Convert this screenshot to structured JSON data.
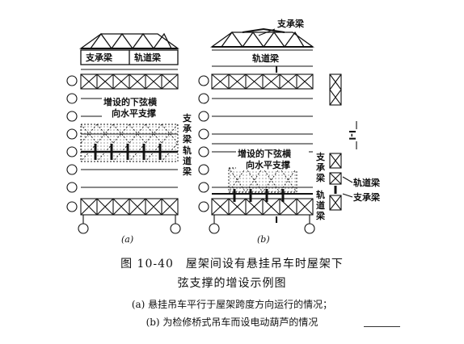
{
  "diagram": {
    "panel_a": {
      "label_support": "支承梁",
      "label_rail": "轨道梁",
      "label_added": [
        "增设的下弦横",
        "向水平支撑"
      ],
      "side_label": [
        "支",
        "承",
        "梁",
        "轨",
        "道",
        "梁"
      ],
      "sub_label": "(a)"
    },
    "panel_b": {
      "label_support_top": "支承梁",
      "label_rail_top": "轨道梁",
      "mark_top": "I",
      "mark_bottom": "I",
      "label_added": [
        "增设的下弦横",
        "向水平支撑"
      ],
      "side_label_support": [
        "支",
        "承",
        "梁"
      ],
      "side_label_rail": [
        "轨",
        "道",
        "梁"
      ],
      "sub_label": "(b)"
    },
    "section": {
      "mark": "I-I",
      "label_rail": "轨道梁",
      "label_support": "支承梁"
    }
  },
  "caption": {
    "title_line1": "图 10-40　屋架间设有悬挂吊车时屋架下",
    "title_line2": "弦支撑的增设示例图",
    "note_a": "(a) 悬挂吊车平行于屋架跨度方向运行的情况；",
    "note_b": "(b) 为检修桥式吊车而设电动葫芦的情况"
  }
}
